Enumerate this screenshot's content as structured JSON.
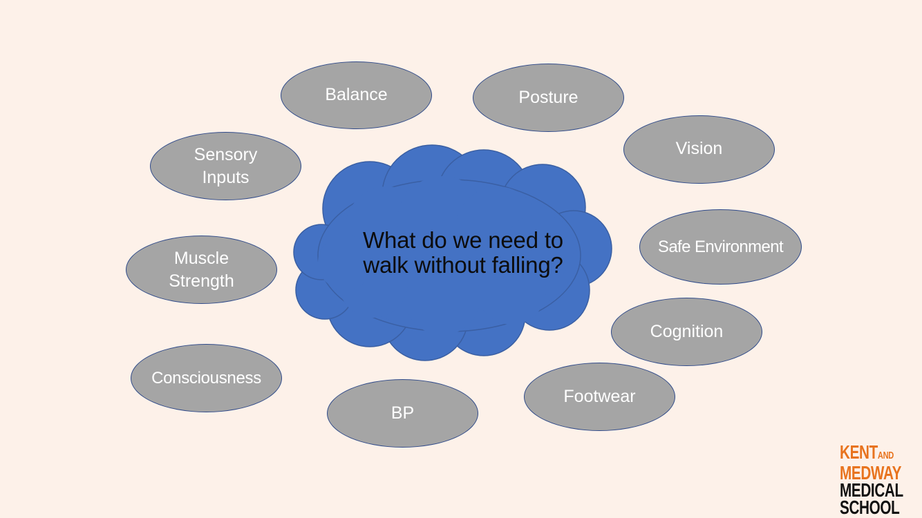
{
  "central": {
    "line1": "What do we need to",
    "line2": "walk without falling?"
  },
  "nodes": {
    "balance": "Balance",
    "posture": "Posture",
    "vision": "Vision",
    "sensory_line1": "Sensory",
    "sensory_line2": "Inputs",
    "safe_environment": "Safe Environment",
    "muscle_line1": "Muscle",
    "muscle_line2": "Strength",
    "cognition": "Cognition",
    "consciousness": "Consciousness",
    "footwear": "Footwear",
    "bp": "BP"
  },
  "logo": {
    "kent": "KENT",
    "and": "AND",
    "medway": "MEDWAY",
    "medical": "MEDICAL",
    "school": "SCHOOL"
  },
  "colors": {
    "background": "#fdf1e9",
    "cloud_fill": "#4472c4",
    "node_fill": "#a5a5a5",
    "node_border": "#2f4a8a",
    "logo_orange": "#e8731e",
    "logo_black": "#111111"
  }
}
